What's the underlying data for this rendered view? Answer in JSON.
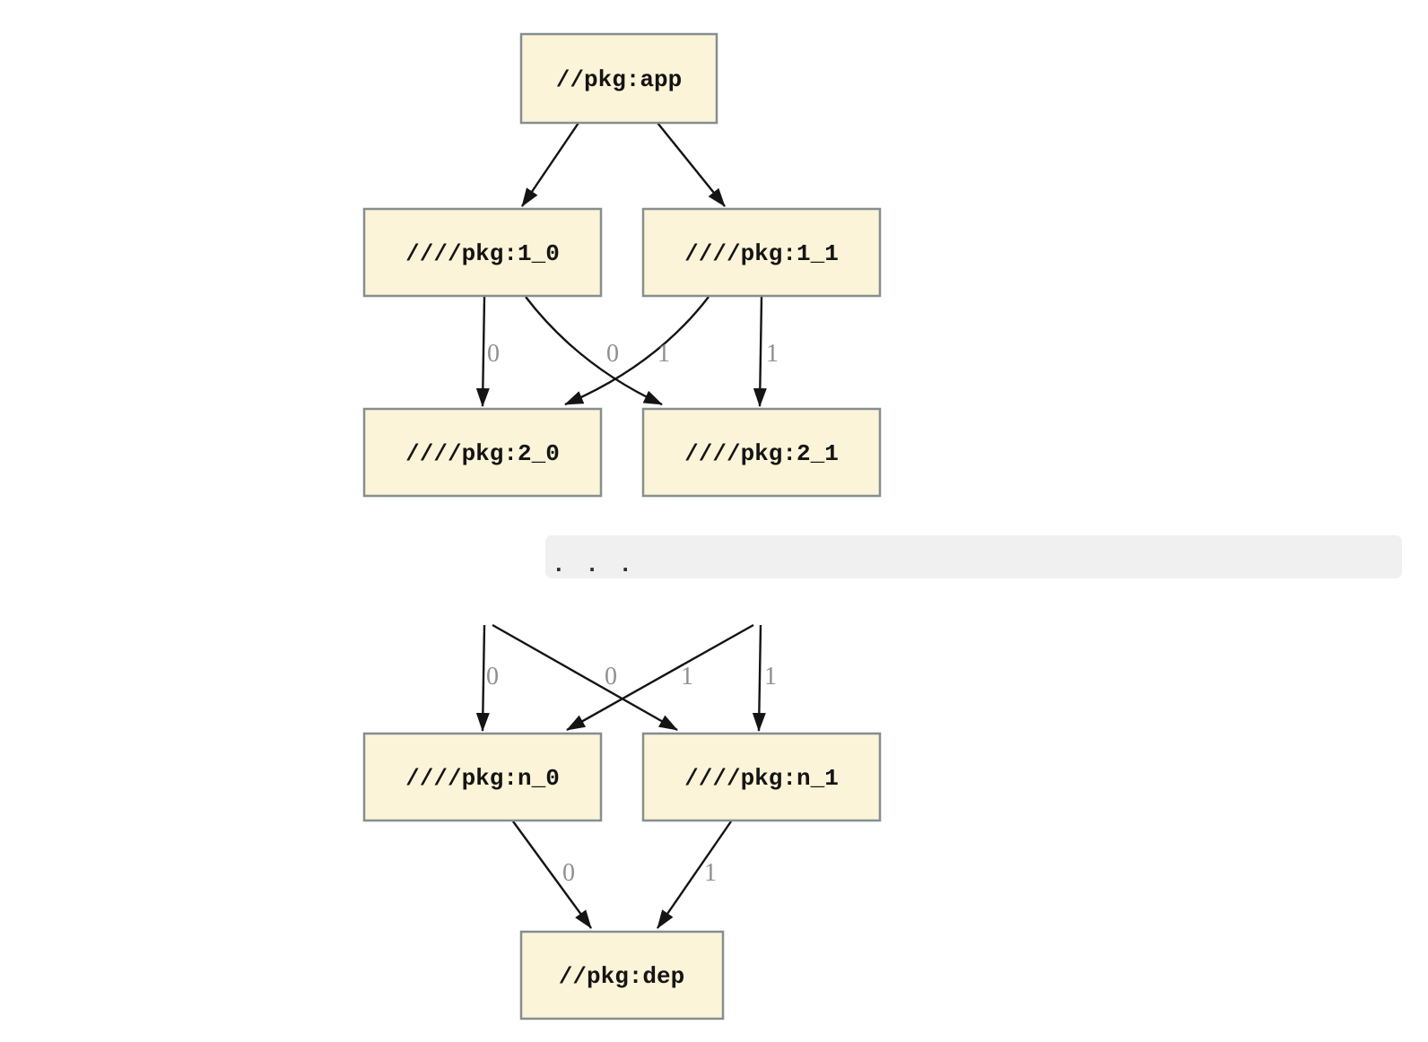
{
  "diagram": {
    "type": "dependency-graph",
    "nodes": [
      {
        "id": "app",
        "label": "//pkg:app"
      },
      {
        "id": "1_0",
        "label": "////pkg:1_0"
      },
      {
        "id": "1_1",
        "label": "////pkg:1_1"
      },
      {
        "id": "2_0",
        "label": "////pkg:2_0"
      },
      {
        "id": "2_1",
        "label": "////pkg:2_1"
      },
      {
        "id": "n_0",
        "label": "////pkg:n_0"
      },
      {
        "id": "n_1",
        "label": "////pkg:n_1"
      },
      {
        "id": "dep",
        "label": "//pkg:dep"
      }
    ],
    "ellipsis": ". . .",
    "edges": [
      {
        "from": "app",
        "to": "1_0",
        "label": ""
      },
      {
        "from": "app",
        "to": "1_1",
        "label": ""
      },
      {
        "from": "1_0",
        "to": "2_0",
        "label": "0"
      },
      {
        "from": "1_0",
        "to": "2_1",
        "label": "0"
      },
      {
        "from": "1_1",
        "to": "2_0",
        "label": "1"
      },
      {
        "from": "1_1",
        "to": "2_1",
        "label": "1"
      },
      {
        "from": "...",
        "to": "n_0",
        "label": "0"
      },
      {
        "from": "...",
        "to": "n_1",
        "label": "0"
      },
      {
        "from": "...",
        "to": "n_0",
        "label": "1"
      },
      {
        "from": "...",
        "to": "n_1",
        "label": "1"
      },
      {
        "from": "n_0",
        "to": "dep",
        "label": "0"
      },
      {
        "from": "n_1",
        "to": "dep",
        "label": "1"
      }
    ],
    "colors": {
      "background": "#ffffff",
      "node_fill": "#fbf4d8",
      "node_border": "#868e8e",
      "node_text": "#141414",
      "edge": "#141414",
      "edge_label": "#8f8f8f",
      "ellipsis_bg": "#f0f0f0",
      "ellipsis_text": "#2e2e2e"
    }
  }
}
